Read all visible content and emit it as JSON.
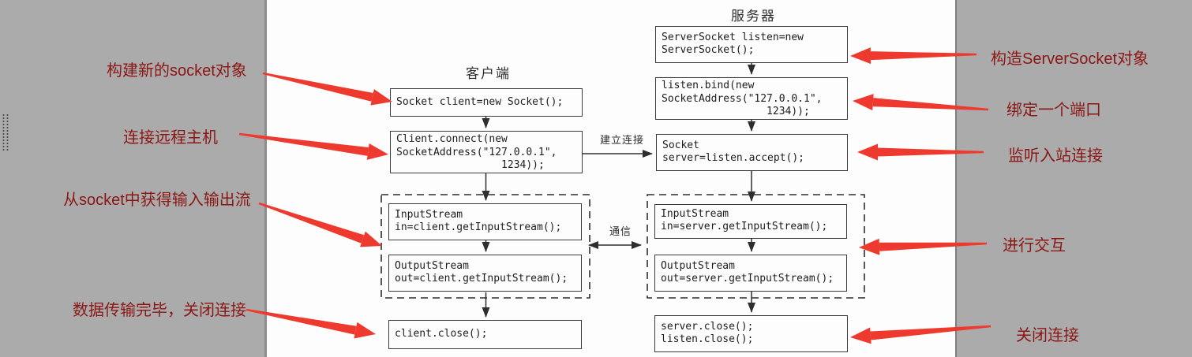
{
  "annotations": {
    "left": [
      {
        "text": "构建新的socket对象"
      },
      {
        "text": "连接远程主机"
      },
      {
        "text": "从socket中获得输入输出流"
      },
      {
        "text": "数据传输完毕，关闭连接"
      }
    ],
    "right": [
      {
        "text": "构造ServerSocket对象"
      },
      {
        "text": "绑定一个端口"
      },
      {
        "text": "监听入站连接"
      },
      {
        "text": "进行交互"
      },
      {
        "text": "关闭连接"
      }
    ]
  },
  "diagram": {
    "client": {
      "title": "客户端",
      "create": "Socket client=new Socket();",
      "connect": "Client.connect(new\nSocketAddress(\"127.0.0.1\",\n                 1234));",
      "input_stream": "InputStream\nin=client.getInputStream();",
      "output_stream": "OutputStream\nout=client.getInputStream();",
      "close": "client.close();"
    },
    "server": {
      "title": "服务器",
      "create": "ServerSocket listen=new\nServerSocket();",
      "bind": "listen.bind(new\nSocketAddress(\"127.0.0.1\",\n                 1234));",
      "accept": "Socket\nserver=listen.accept();",
      "input_stream": "InputStream\nin=server.getInputStream();",
      "output_stream": "OutputStream\nout=server.getInputStream();",
      "close": "server.close();\nlisten.close();"
    },
    "edge_labels": {
      "establish": "建立连接",
      "communicate": "通信"
    }
  },
  "colors": {
    "panel_gray": "#ababab",
    "arrow_red": "#ee3a2e",
    "annotation_red": "#8b1715",
    "ink": "#2e2e2e"
  }
}
